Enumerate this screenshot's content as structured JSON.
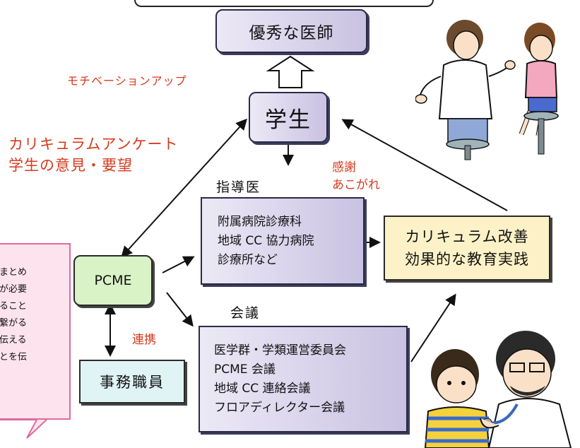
{
  "excellent_doctor": "優秀な医師",
  "motivation_up": "モチベーションアップ",
  "student": "学生",
  "curriculum_survey": [
    "カリキュラムアンケート",
    "学生の意見・要望"
  ],
  "gratitude": [
    "感謝",
    "あこがれ"
  ],
  "instructors": {
    "title": "指導医",
    "items": [
      "附属病院診療科",
      "地域 CC 協力病院",
      "診療所など"
    ]
  },
  "curriculum_improvement": [
    "カリキュラム改善",
    "効果的な教育実践"
  ],
  "pcme": "PCME",
  "meetings": {
    "title": "会議",
    "items": [
      "医学群・学類運営委員会",
      "PCME 会議",
      "地域 CC 連絡会議",
      "フロアディレクター会議"
    ]
  },
  "cooperation": "連携",
  "office_staff": "事務職員",
  "note_lines": [
    "まとめ、",
    "が必要。",
    "がること",
    "繋がる。",
    "を伝える",
    "ことを伝"
  ],
  "colors": {
    "accent_red": "#d63a1e",
    "pcme_green": "#d9f2c6",
    "curriculum_yellow": "#fdf2c7",
    "staff_cyan": "#e1f4f5",
    "note_pink": "#fde3ee",
    "box_purple": "#c9c2e2"
  }
}
